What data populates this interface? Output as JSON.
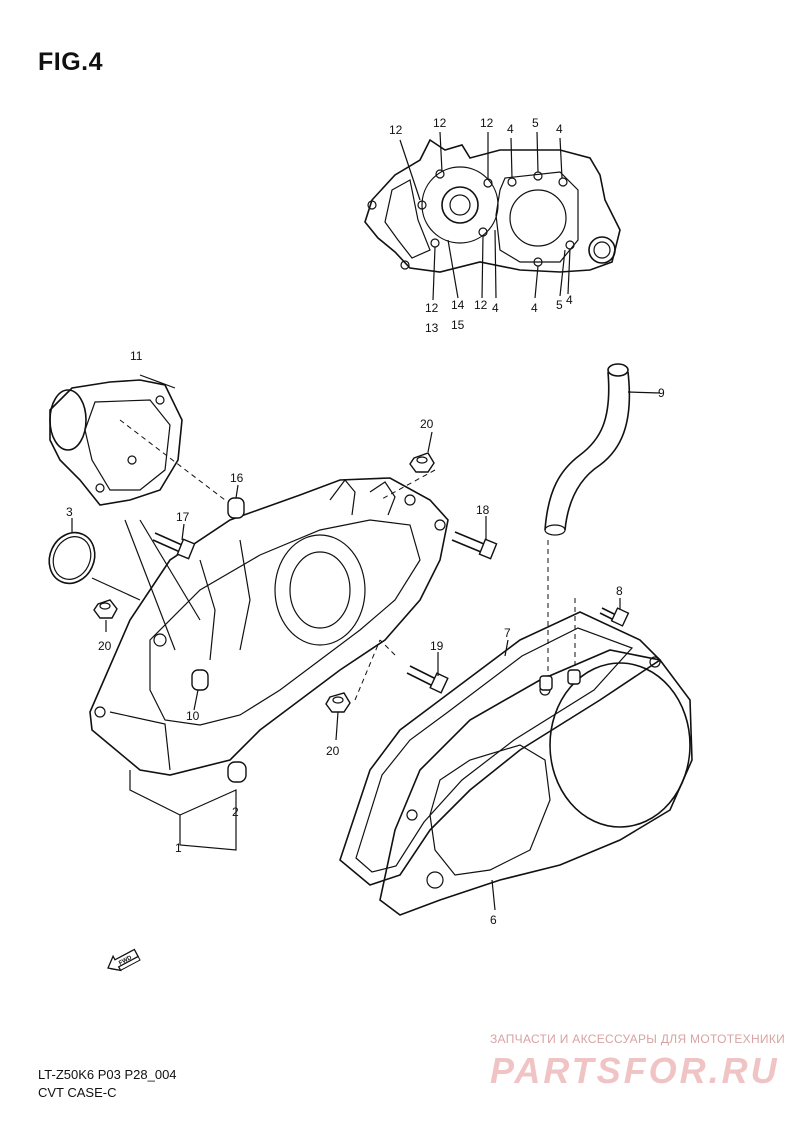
{
  "figure": {
    "title": "FIG.4",
    "code": "LT-Z50K6 P03 P28_004",
    "caption": "CVT CASE-C"
  },
  "direction_marker": "FWD",
  "watermark": {
    "line1": "ЗАПЧАСТИ И АКСЕССУАРЫ ДЛЯ МОТОТЕХНИКИ",
    "line2": "PARTSFOR.RU"
  },
  "callouts": {
    "top_12a": "12",
    "top_12b": "12",
    "top_12c": "12",
    "top_4a": "4",
    "top_5a": "5",
    "top_4b": "4",
    "bot_12a": "12",
    "bot_13": "13",
    "bot_14": "14",
    "bot_15": "15",
    "bot_12b": "12",
    "bot_4a": "4",
    "bot_4b": "4",
    "bot_5": "5",
    "bot_4c": "4",
    "p11": "11",
    "p16": "16",
    "p3": "3",
    "p17": "17",
    "p20a": "20",
    "p20b": "20",
    "p20c": "20",
    "p10": "10",
    "p2": "2",
    "p1": "1",
    "p18": "18",
    "p9": "9",
    "p8": "8",
    "p7": "7",
    "p19": "19",
    "p6": "6"
  }
}
